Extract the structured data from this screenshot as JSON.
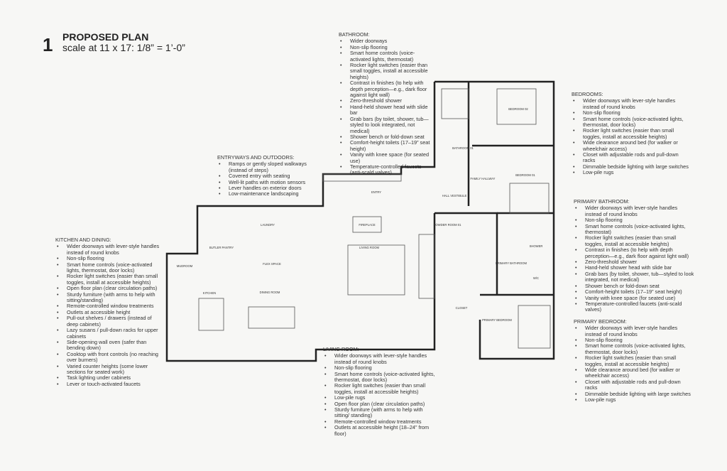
{
  "header": {
    "number": "1",
    "title": "PROPOSED PLAN",
    "scale": "scale at 11 x 17: 1/8” = 1’-0”"
  },
  "notes": {
    "bathroom": {
      "heading": "BATHROOM:",
      "items": [
        "Wider doorways",
        "Non-slip flooring",
        "Smart home controls (voice-activated lights, thermostat)",
        "Rocker light switches (easier than small toggles, install at accessible heights)",
        "Contrast in finishes (to help with depth perception—e.g., dark floor against light wall)",
        "Zero-threshold shower",
        "Hand-held shower head with slide bar",
        "Grab bars (by toilet, shower, tub—styled to look integrated, not medical)",
        "Shower bench or fold-down seat",
        "Comfort-height toilets (17–19” seat height)",
        "Vanity with knee space (for seated use)",
        "Temperature-controlled faucets (anti-scald valves)"
      ]
    },
    "bedrooms": {
      "heading": "BEDROOMS:",
      "items": [
        "Wider doorways with lever-style handles instead of round knobs",
        "Non-slip flooring",
        "Smart home controls (voice-activated lights, thermostat, door locks)",
        "Rocker light switches (easier than small toggles, install at accessible heights)",
        "Wide clearance around bed (for walker or wheelchair access)",
        "Closet with adjustable rods and pull-down racks",
        "Dimmable bedside lighting with large switches",
        "Low-pile rugs"
      ]
    },
    "entryways": {
      "heading": "ENTRYWAYS AND OUTDOORS:",
      "items": [
        "Ramps or gently sloped walkways (instead of steps)",
        "Covered entry with seating",
        "Well-lit paths with motion sensors",
        "Lever handles on exterior doors",
        "Low-maintenance landscaping"
      ]
    },
    "primary_bathroom": {
      "heading": "PRIMARY BATHROOM:",
      "items": [
        "Wider doorways with lever-style handles instead of round knobs",
        "Non-slip flooring",
        "Smart home controls (voice-activated lights, thermostat)",
        "Rocker light switches (easier than small toggles, install at accessible heights)",
        "Contrast in finishes (to help with depth perception—e.g., dark floor against light wall)",
        "Zero-threshold shower",
        "Hand-held shower head with slide bar",
        "Grab bars (by toilet, shower, tub—styled to look integrated, not medical)",
        "Shower bench or fold-down seat",
        "Comfort-height toilets (17–19” seat height)",
        "Vanity with knee space (for seated use)",
        "Temperature-controlled faucets (anti-scald valves)"
      ]
    },
    "primary_bedroom": {
      "heading": "PRIMARY BEDROOM:",
      "items": [
        "Wider doorways with lever-style handles instead of round knobs",
        "Non-slip flooring",
        "Smart home controls (voice-activated lights, thermostat, door locks)",
        "Rocker light switches (easier than small toggles, install at accessible heights)",
        "Wide clearance around bed (for walker or wheelchair access)",
        "Closet with adjustable rods and pull-down racks",
        "Dimmable bedside lighting with large switches",
        "Low-pile rugs"
      ]
    },
    "kitchen": {
      "heading": "KITCHEN AND DINING:",
      "items": [
        "Wider doorways with lever-style handles instead of round knobs",
        "Non-slip flooring",
        "Smart home controls (voice-activated lights, thermostat, door locks)",
        "Rocker light switches (easier than small toggles, install at accessible heights)",
        "Open floor plan (clear circulation paths)",
        "Sturdy furniture (with arms to help with sitting/standing)",
        "Remote-controlled window treatments",
        "Outlets at accessible height",
        "Pull-out shelves / drawers (instead of deep cabinets)",
        "Lazy susans / pull-down racks for upper cabinets",
        "Side-opening wall oven (safer than bending down)",
        "Cooktop with front controls (no reaching over burners)",
        "Varied counter heights (some lower sections for seated work)",
        "Task lighting under cabinets",
        "Lever or touch-activated faucets"
      ]
    },
    "living": {
      "heading": "LIVING ROOM:",
      "items": [
        "Wider doorways with lever-style handles instead of round knobs",
        "Non-slip flooring",
        "Smart home controls (voice-activated lights, thermostat, door locks)",
        "Rocker light switches (easier than small toggles, install at accessible heights)",
        "Low-pile rugs",
        "Open floor plan (clear circulation paths)",
        "Sturdy furniture (with arms to help with sitting/ standing)",
        "Remote-controlled window treatments",
        "Outlets at accessible height (18–24” from floor)"
      ]
    }
  },
  "rooms": {
    "bedroom02": "BEDROOM 02",
    "bathroom01": "BATHROOM 01",
    "bedroom01": "BEDROOM 01",
    "family_hallway": "FAMILY HALLWAY",
    "hall_vestibule": "HALL VESTIBULE",
    "entry": "ENTRY",
    "powder_room": "POWDER ROOM 01",
    "primary_bathroom": "PRIMARY BATHROOM",
    "shower": "SHOWER",
    "wc": "W/C",
    "closet": "CLOSET",
    "primary_bedroom": "PRIMARY BEDROOM",
    "living_room": "LIVING ROOM",
    "fireplace": "FIREPLACE",
    "dining_room": "DINING ROOM",
    "kitchen": "KITCHEN",
    "butler_pantry": "BUTLER PANTRY",
    "laundry": "LAUNDRY",
    "flex_space": "FLEX SPACE",
    "mudroom": "MUDROOM"
  }
}
